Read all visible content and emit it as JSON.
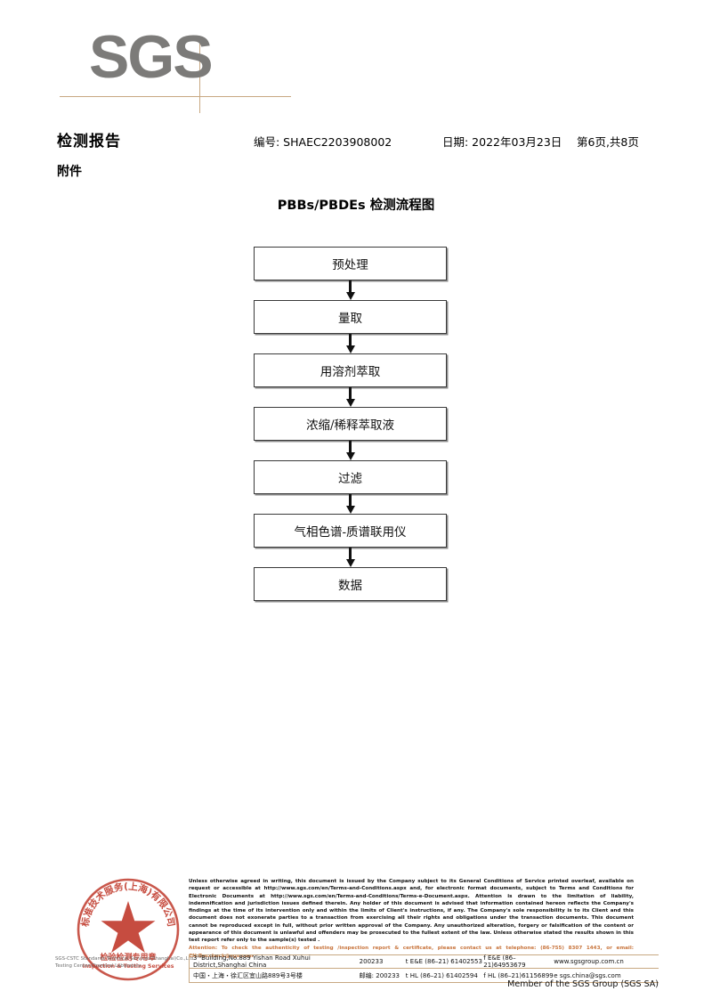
{
  "logo": {
    "text": "SGS",
    "line_color": "#c8a882",
    "text_color": "#7c7b79"
  },
  "header": {
    "title": "检测报告",
    "subtitle": "附件",
    "report_no": "编号: SHAEC2203908002",
    "date": "日期: 2022年03月23日",
    "page": "第6页,共8页"
  },
  "flowchart": {
    "title": "PBBs/PBDEs 检测流程图",
    "nodes": [
      {
        "label": "预处理"
      },
      {
        "label": "量取"
      },
      {
        "label": "用溶剂萃取"
      },
      {
        "label": "浓缩/稀释萃取液"
      },
      {
        "label": "过滤"
      },
      {
        "label": "气相色谱-质谱联用仪"
      },
      {
        "label": "数据"
      }
    ]
  },
  "stamp": {
    "outer_text": "标准技术服务(上海)有限公司",
    "label_cn": "检验检测专用章",
    "label_en": "Inspection & Testing Services",
    "color": "#c0392b"
  },
  "footer": {
    "company_line1": "SGS-CSTC Standards Technical Services(Shanghai)Co.,Ltd.",
    "company_line2": "Testing Center-Chemical Laboratory",
    "legal": [
      "Unless otherwise agreed in writing, this document is issued by the Company subject to its General Conditions of Service printed overleaf, available on request or accessible at http://www.sgs.com/en/Terms-and-Conditions.aspx and, for electronic format documents, subject to Terms and Conditions for Electronic Documents at http://www.sgs.com/en/Terms-and-Conditions/Terms-e-Document.aspx. Attention is drawn to the limitation of liability, indemnification and jurisdiction issues defined therein. Any holder of this document is advised that information contained hereon reflects the Company's findings at the time of its intervention only and within the limits of Client's instructions, if any. The Company's sole responsibility is to its Client and this document does not exonerate parties to a transaction from exercising all their rights and obligations under the transaction documents. This document cannot be reproduced except in full, without prior written approval of the Company. Any unauthorized alteration, forgery or falsification of the content or appearance of this document is unlawful and offenders may be prosecuted to the fullest extent of the law. Unless otherwise stated the results shown in this test report refer only to the sample(s) tested ."
    ],
    "attention": "Attention: To check the authenticity of testing /inspection report & certificate, please contact us at telephone: (86-755) 8307 1443, or email: CN.Doccheck@sgs.com",
    "attention_color": "#c8743c",
    "address_rows": [
      {
        "address": "3ʳᵈBuilding,No.889 Yishan Road Xuhui District,Shanghai China",
        "zip": "200233",
        "tel": "t E&E (86–21) 61402553",
        "fax": "f E&E (86–21)64953679",
        "web": "www.sgsgroup.com.cn"
      },
      {
        "address": "中国・上海・徐汇区宜山路889号3号楼",
        "zip": "邮编: 200233",
        "tel": "t HL (86–21) 61402594",
        "fax": "f HL (86–21)61156899",
        "web": "e  sgs.china@sgs.com"
      }
    ],
    "member": "Member of the SGS Group (SGS SA)"
  }
}
